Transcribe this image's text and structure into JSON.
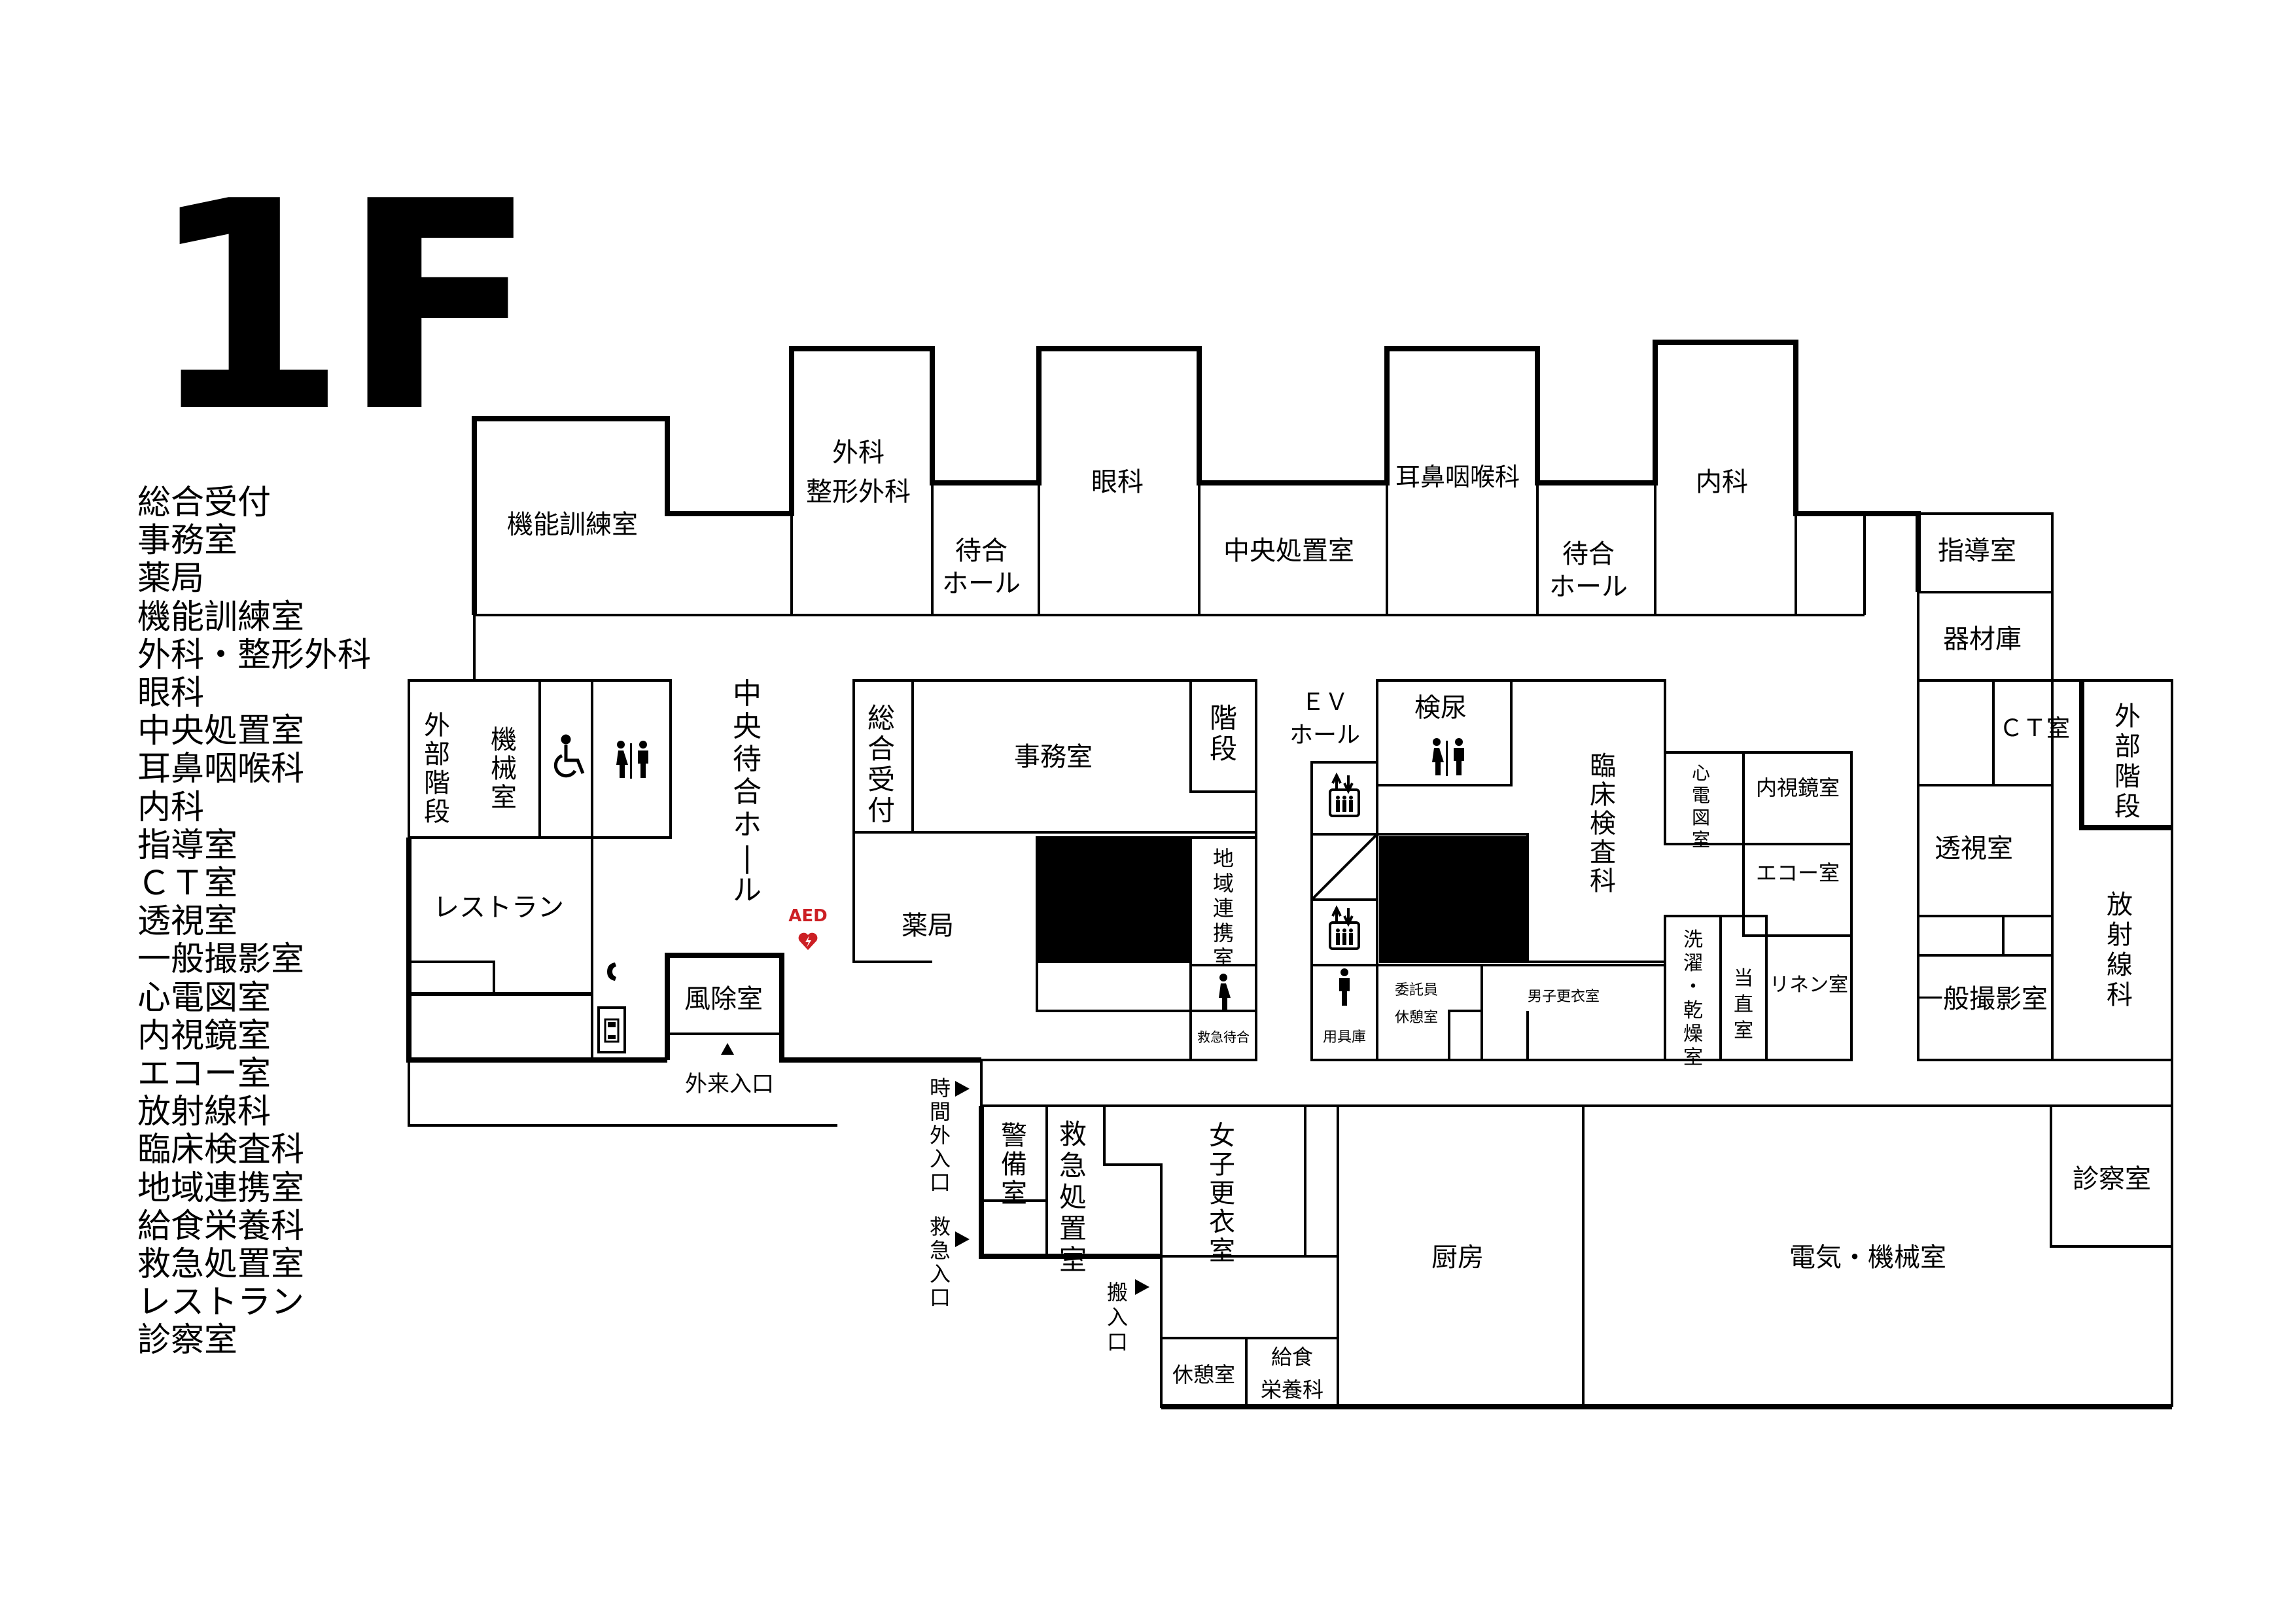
{
  "floor": "1F",
  "legend": [
    "総合受付",
    "事務室",
    "薬局",
    "機能訓練室",
    "外科・整形外科",
    "眼科",
    "中央処置室",
    "耳鼻咽喉科",
    "内科",
    "指導室",
    "ＣＴ室",
    "透視室",
    "一般撮影室",
    "心電図室",
    "内視鏡室",
    "エコー室",
    "放射線科",
    "臨床検査科",
    "地域連携室",
    "給食栄養科",
    "救急処置室",
    "レストラン",
    "診察室"
  ],
  "rooms": {
    "kinou": "機能訓練室",
    "geka1": "外科",
    "geka2": "整形外科",
    "machi1a": "待合",
    "machi1b": "ホール",
    "ganka": "眼科",
    "chuuou_shochi": "中央処置室",
    "jibi": "耳鼻咽喉科",
    "machi2a": "待合",
    "machi2b": "ホール",
    "naika": "内科",
    "shidou": "指導室",
    "kizai": "器材庫",
    "ct": "ＣＴ室",
    "gaibu_l": "外部階段",
    "kikai_l": "機械室",
    "chuuou_machi": "中央待合ホール",
    "sougou": "総合受付",
    "jimu": "事務室",
    "kaidan": "階段",
    "ev1": "ＥＶ",
    "ev2": "ホール",
    "kennyou": "検尿",
    "rinshou": "臨床検査科",
    "shinden": "心電図室",
    "naishi": "内視鏡室",
    "echo": "エコー室",
    "toushi": "透視室",
    "gaibu_r": "外部階段",
    "housha": "放射線科",
    "restaurant": "レストラン",
    "aed": "AED",
    "yakkyoku": "薬局",
    "chiiki": "地域連携室",
    "fuujo": "風除室",
    "kyuukyuu_machi": "救急待合",
    "yougu": "用具庫",
    "itaku1": "委託員",
    "itaku2": "休憩室",
    "danshi": "男子更衣室",
    "sentaku": "洗濯・乾燥室",
    "touchoku": "当直室",
    "linen": "リネン室",
    "ippan": "一般撮影室",
    "gairai": "外来入口",
    "jikangai": "時間外入口",
    "kyuukyuu_iri": "救急入口",
    "keibi": "警備室",
    "kyuukyuu_shochi": "救急処置室",
    "joshi": "女子更衣室",
    "hannyuu": "搬入口",
    "kyuukei": "休憩室",
    "kyuushoku1": "給食",
    "kyuushoku2": "栄養科",
    "chuubou": "厨房",
    "denki": "電気・機械室",
    "shinsatsu": "診察室"
  },
  "icons": {
    "wheelchair": "wheelchair-icon",
    "restroom": "restroom-icon",
    "elevator": "elevator-icon",
    "phone": "phone-icon",
    "aed": "aed-heart-icon",
    "arrow": "entrance-arrow-icon"
  },
  "colors": {
    "wall": "#000000",
    "aed": "#cc1f24",
    "background": "#ffffff"
  }
}
